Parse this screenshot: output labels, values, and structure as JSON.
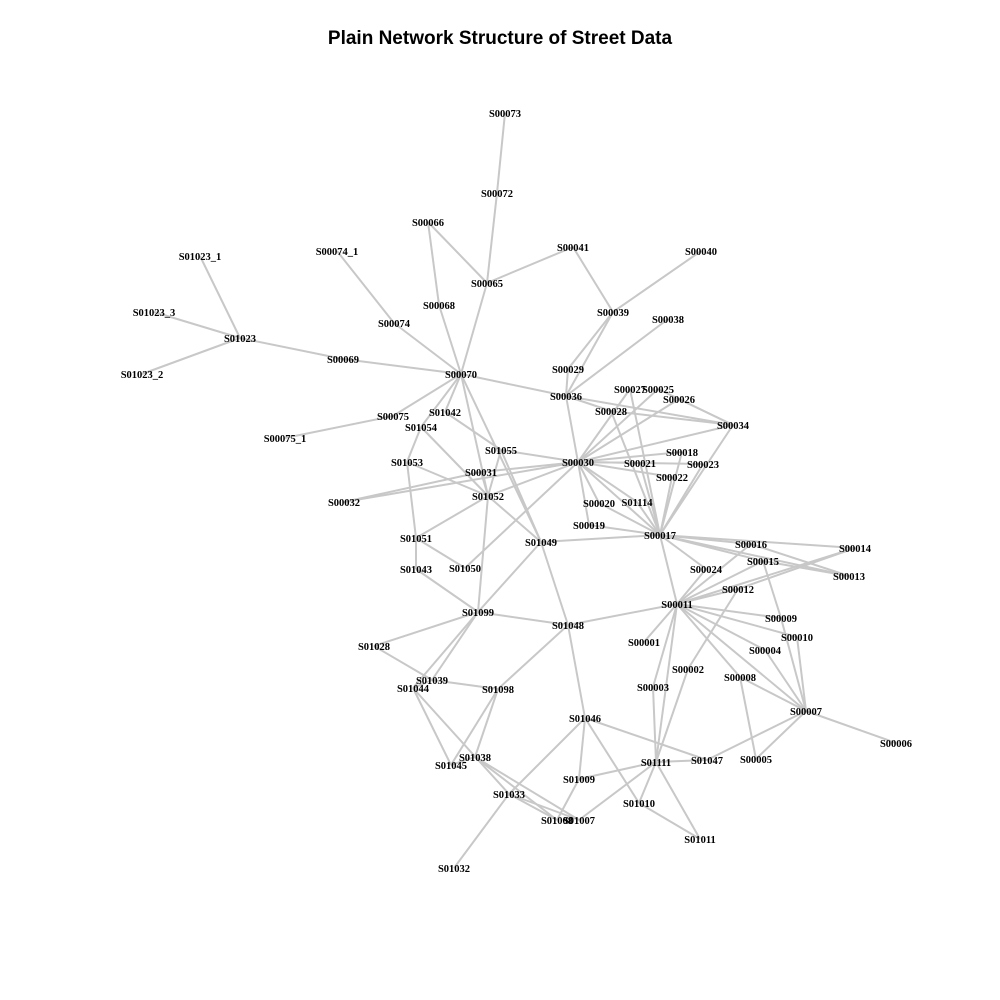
{
  "title": "Plain Network Structure of Street Data",
  "colors": {
    "edge": "#c8c8c8",
    "label": "#000000",
    "background": "#ffffff"
  },
  "nodes": [
    "S00073",
    "S00072",
    "S00066",
    "S00041",
    "S00040",
    "S01023_1",
    "S00074_1",
    "S00065",
    "S00068",
    "S01023_3",
    "S00039",
    "S00038",
    "S00074",
    "S01023",
    "S00069",
    "S01023_2",
    "S00070",
    "S00029",
    "S00027",
    "S00025",
    "S00036",
    "S00026",
    "S00028",
    "S01042",
    "S00075",
    "S00034",
    "S01054",
    "S00075_1",
    "S01055",
    "S00018",
    "S01053",
    "S00030",
    "S00021",
    "S00023",
    "S00031",
    "S00022",
    "S00032",
    "S01052",
    "S00020",
    "S01114",
    "S00019",
    "S00017",
    "S01051",
    "S01049",
    "S00016",
    "S00014",
    "S00015",
    "S01043",
    "S01050",
    "S00024",
    "S00013",
    "S00012",
    "S00011",
    "S01099",
    "S00009",
    "S01048",
    "S00010",
    "S01028",
    "S00001",
    "S00004",
    "S00002",
    "S01039",
    "S01044",
    "S01098",
    "S00008",
    "S00003",
    "S00007",
    "S01046",
    "S00006",
    "S01038",
    "S01111",
    "S01047",
    "S00005",
    "S01045",
    "S01009",
    "S01033",
    "S01010",
    "S01008",
    "S01007",
    "S01011",
    "S01032"
  ],
  "edges": [
    [
      "S00073",
      "S00072"
    ],
    [
      "S00072",
      "S00065"
    ],
    [
      "S00066",
      "S00065"
    ],
    [
      "S00066",
      "S00068"
    ],
    [
      "S00068",
      "S00070"
    ],
    [
      "S00065",
      "S00041"
    ],
    [
      "S00065",
      "S00070"
    ],
    [
      "S00041",
      "S00039"
    ],
    [
      "S00040",
      "S00039"
    ],
    [
      "S00039",
      "S00029"
    ],
    [
      "S00039",
      "S00036"
    ],
    [
      "S00038",
      "S00036"
    ],
    [
      "S00029",
      "S00036"
    ],
    [
      "S00074_1",
      "S00074"
    ],
    [
      "S00074",
      "S00070"
    ],
    [
      "S01023_1",
      "S01023"
    ],
    [
      "S01023_3",
      "S01023"
    ],
    [
      "S01023_2",
      "S01023"
    ],
    [
      "S01023",
      "S00069"
    ],
    [
      "S00069",
      "S00070"
    ],
    [
      "S00070",
      "S00036"
    ],
    [
      "S00070",
      "S00075"
    ],
    [
      "S00075",
      "S00075_1"
    ],
    [
      "S00070",
      "S01042"
    ],
    [
      "S00070",
      "S01054"
    ],
    [
      "S00070",
      "S01052"
    ],
    [
      "S00070",
      "S01049"
    ],
    [
      "S00036",
      "S00034"
    ],
    [
      "S00036",
      "S00030"
    ],
    [
      "S00036",
      "S00028"
    ],
    [
      "S00027",
      "S00030"
    ],
    [
      "S00027",
      "S00017"
    ],
    [
      "S00025",
      "S00034"
    ],
    [
      "S00025",
      "S00030"
    ],
    [
      "S00026",
      "S00030"
    ],
    [
      "S00026",
      "S00034"
    ],
    [
      "S00028",
      "S00017"
    ],
    [
      "S00028",
      "S00034"
    ],
    [
      "S00034",
      "S00030"
    ],
    [
      "S00034",
      "S00017"
    ],
    [
      "S01042",
      "S01055"
    ],
    [
      "S01054",
      "S01052"
    ],
    [
      "S01054",
      "S01053"
    ],
    [
      "S01055",
      "S00030"
    ],
    [
      "S01055",
      "S01052"
    ],
    [
      "S01055",
      "S01049"
    ],
    [
      "S01053",
      "S01051"
    ],
    [
      "S01053",
      "S01052"
    ],
    [
      "S00030",
      "S00031"
    ],
    [
      "S00030",
      "S01052"
    ],
    [
      "S00030",
      "S00021"
    ],
    [
      "S00030",
      "S00018"
    ],
    [
      "S00030",
      "S00023"
    ],
    [
      "S00030",
      "S00022"
    ],
    [
      "S00030",
      "S00020"
    ],
    [
      "S00030",
      "S01114"
    ],
    [
      "S00030",
      "S00017"
    ],
    [
      "S00030",
      "S00019"
    ],
    [
      "S00030",
      "S01050"
    ],
    [
      "S00032",
      "S00031"
    ],
    [
      "S00032",
      "S00030"
    ],
    [
      "S00031",
      "S01052"
    ],
    [
      "S00021",
      "S00017"
    ],
    [
      "S00018",
      "S00017"
    ],
    [
      "S00023",
      "S00017"
    ],
    [
      "S00022",
      "S00017"
    ],
    [
      "S00020",
      "S00017"
    ],
    [
      "S01114",
      "S00017"
    ],
    [
      "S00019",
      "S00017"
    ],
    [
      "S01052",
      "S01049"
    ],
    [
      "S01052",
      "S01051"
    ],
    [
      "S01052",
      "S01099"
    ],
    [
      "S01051",
      "S01050"
    ],
    [
      "S01051",
      "S01043"
    ],
    [
      "S01043",
      "S01099"
    ],
    [
      "S01049",
      "S00017"
    ],
    [
      "S01049",
      "S01099"
    ],
    [
      "S01049",
      "S01048"
    ],
    [
      "S00017",
      "S00016"
    ],
    [
      "S00017",
      "S00014"
    ],
    [
      "S00017",
      "S00015"
    ],
    [
      "S00017",
      "S00024"
    ],
    [
      "S00017",
      "S00013"
    ],
    [
      "S00017",
      "S00011"
    ],
    [
      "S00016",
      "S00013"
    ],
    [
      "S00016",
      "S00011"
    ],
    [
      "S00014",
      "S00012"
    ],
    [
      "S00014",
      "S00011"
    ],
    [
      "S00015",
      "S00009"
    ],
    [
      "S00015",
      "S00011"
    ],
    [
      "S00015",
      "S00013"
    ],
    [
      "S00024",
      "S00011"
    ],
    [
      "S00012",
      "S00011"
    ],
    [
      "S00012",
      "S00002"
    ],
    [
      "S00011",
      "S00009"
    ],
    [
      "S00011",
      "S00010"
    ],
    [
      "S00011",
      "S00004"
    ],
    [
      "S00011",
      "S00008"
    ],
    [
      "S00011",
      "S00001"
    ],
    [
      "S00011",
      "S00003"
    ],
    [
      "S00011",
      "S00007"
    ],
    [
      "S00011",
      "S01111"
    ],
    [
      "S00011",
      "S01048"
    ],
    [
      "S00009",
      "S00007"
    ],
    [
      "S00010",
      "S00007"
    ],
    [
      "S00004",
      "S00007"
    ],
    [
      "S00008",
      "S00005"
    ],
    [
      "S00008",
      "S00007"
    ],
    [
      "S00007",
      "S00006"
    ],
    [
      "S00007",
      "S00005"
    ],
    [
      "S00007",
      "S01047"
    ],
    [
      "S00003",
      "S01111"
    ],
    [
      "S01048",
      "S01099"
    ],
    [
      "S01048",
      "S01098"
    ],
    [
      "S01048",
      "S01046"
    ],
    [
      "S01099",
      "S01028"
    ],
    [
      "S01099",
      "S01039"
    ],
    [
      "S01099",
      "S01044"
    ],
    [
      "S01028",
      "S01039"
    ],
    [
      "S01039",
      "S01098"
    ],
    [
      "S01044",
      "S01045"
    ],
    [
      "S01044",
      "S01033"
    ],
    [
      "S01044",
      "S01039"
    ],
    [
      "S01098",
      "S01038"
    ],
    [
      "S01098",
      "S01045"
    ],
    [
      "S01038",
      "S01045"
    ],
    [
      "S01038",
      "S01008"
    ],
    [
      "S01038",
      "S01007"
    ],
    [
      "S01046",
      "S01009"
    ],
    [
      "S01046",
      "S01010"
    ],
    [
      "S01046",
      "S01033"
    ],
    [
      "S01046",
      "S01047"
    ],
    [
      "S01047",
      "S01111"
    ],
    [
      "S01111",
      "S01009"
    ],
    [
      "S01111",
      "S01010"
    ],
    [
      "S01111",
      "S01007"
    ],
    [
      "S01111",
      "S01011"
    ],
    [
      "S01111",
      "S00002"
    ],
    [
      "S01009",
      "S01008"
    ],
    [
      "S01010",
      "S01011"
    ],
    [
      "S01033",
      "S01032"
    ],
    [
      "S01033",
      "S01007"
    ],
    [
      "S01033",
      "S01008"
    ]
  ]
}
